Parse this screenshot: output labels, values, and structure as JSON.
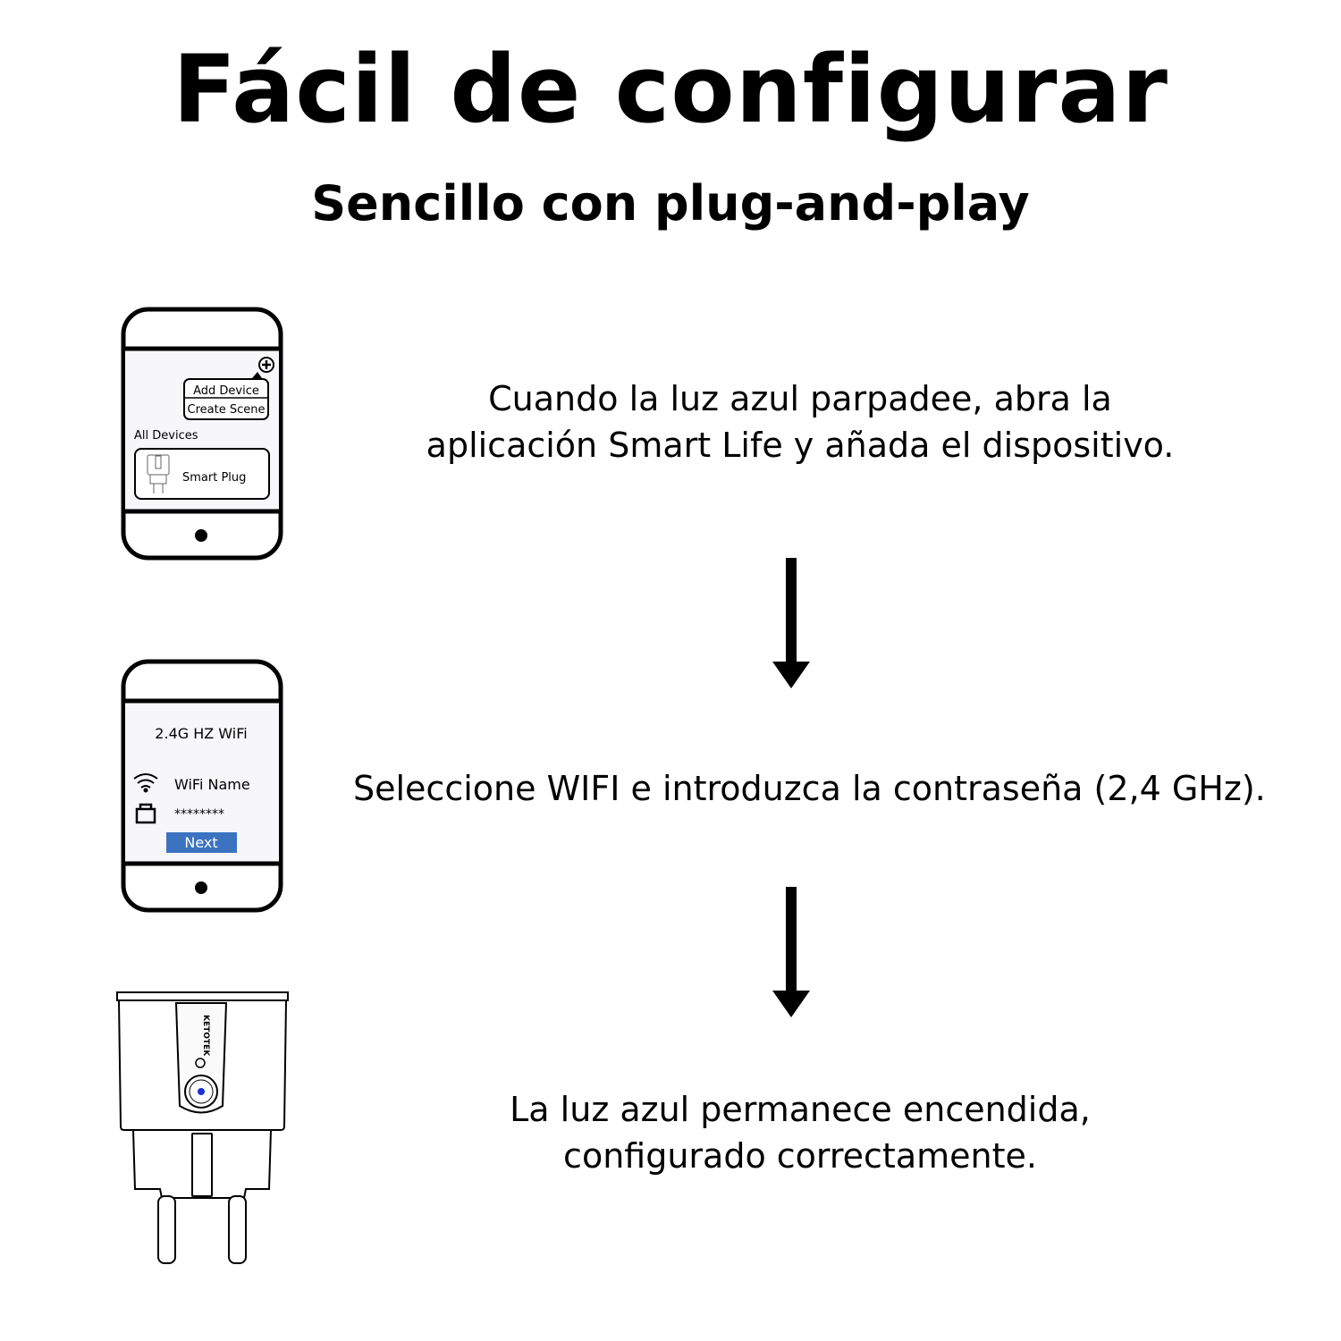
{
  "header": {
    "title": "Fácil de configurar",
    "subtitle": "Sencillo con plug-and-play"
  },
  "steps": [
    {
      "lines": [
        "Cuando la luz azul parpadee, abra la",
        "aplicación Smart Life y añada el dispositivo."
      ],
      "phone": {
        "menu_add": "Add Device",
        "menu_scene": "Create Scene",
        "section_label": "All Devices",
        "device_name": "Smart Plug"
      }
    },
    {
      "lines": [
        "Seleccione WIFI e introduzca la contraseña (2,4 GHz)."
      ],
      "phone": {
        "screen_title": "2.4G HZ WiFi",
        "wifi_name": "WiFi Name",
        "password": "********",
        "next_label": "Next"
      }
    },
    {
      "lines": [
        "La luz azul permanece encendida,",
        "configurado correctamente."
      ],
      "plug": {
        "brand": "KETOTEK"
      }
    }
  ],
  "colors": {
    "next_button": "#3b73c0",
    "indicator_light": "#1a2fd6",
    "screen_bg": "#f7f7fa"
  }
}
